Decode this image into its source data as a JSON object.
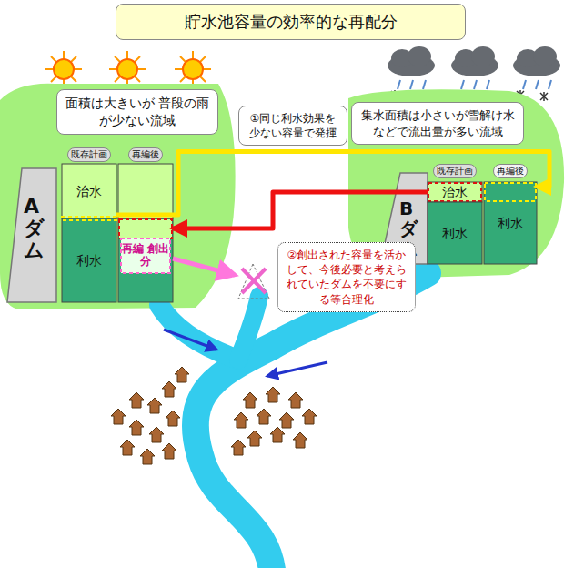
{
  "diagram": {
    "title": "貯水池容量の効率的な再配分",
    "nodes": [
      {
        "text": [
          "面積は大きいが 普段の雨が少ない流域"
        ]
      },
      {
        "text": [
          "①同じ利水効果を少ない容量で発揮"
        ]
      },
      {
        "text": [
          "集水面積は小さいが雪解け水 などで流出量が多い流域"
        ]
      },
      {
        "text": [
          "Aダム"
        ]
      },
      {
        "text": [
          "既存計画"
        ]
      },
      {
        "text": [
          "治水"
        ],
        "in": 4
      },
      {
        "text": [
          "利水"
        ],
        "in": 4
      },
      {
        "text": [
          "再編後"
        ]
      },
      {
        "text": [
          "再編 創出分"
        ],
        "in": 7
      },
      {
        "text": [
          "Bダム"
        ]
      },
      {
        "text": [
          "既存計画"
        ]
      },
      {
        "text": [
          "治水"
        ],
        "in": 10
      },
      {
        "text": [
          "利水"
        ],
        "in": 10
      },
      {
        "text": [
          "再編後"
        ]
      },
      {
        "text": [
          "利水"
        ],
        "in": 13
      },
      {
        "text": [
          "②創出された容量を活かして、今後必要と考えられていたダムを不要にする等合理化"
        ]
      }
    ],
    "edges": [
      {
        "from": 5,
        "to": 13,
        "arrow": "to"
      },
      {
        "from": 11,
        "to": 7,
        "arrow": "to"
      }
    ]
  }
}
